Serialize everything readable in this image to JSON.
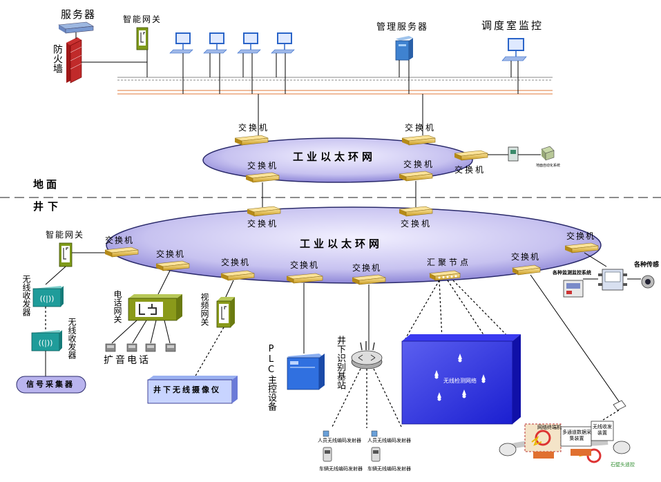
{
  "top": {
    "server_label": "服务器",
    "gateway_label": "智能网关",
    "firewall_label": "防火墙",
    "mgmt_server_label": "管理服务器",
    "dispatch_label": "调度室监控"
  },
  "rings": {
    "upper_ring_label": "工业以太环网",
    "lower_ring_label": "工业以太环网",
    "switch_label": "交换机",
    "aggregation_label": "汇聚节点"
  },
  "zones": {
    "ground_label": "地面",
    "underground_label": "井下"
  },
  "ground_side": {
    "auto_system_label": "地面自动化系统"
  },
  "underground": {
    "gateway_label": "智能网关",
    "wireless_transceiver_label": "无线收发器",
    "signal_collector_label": "信号采集器",
    "phone_gateway_label": "电话网关",
    "broadcast_phone_label": "扩音电话",
    "video_gateway_label": "视频网关",
    "wireless_camera_label": "井下无线摄像仪",
    "plc_label": "PLC主控设备",
    "id_station_label": "井下识别基站",
    "person_tx_label": "人员无线编码发射器",
    "vehicle_tx_label": "车辆无线编码发射器",
    "wireless_net_label": "无线检测网络",
    "monitor_system_label": "各种监测监控系统",
    "sensors_label": "各种传感",
    "net_terminal_label": "网络终端机",
    "multichannel_label": "多通道数据采集装置",
    "wireless_rx_label": "无线收发装置",
    "shearer_label": "石壁头遥控"
  },
  "colors": {
    "ring_fill": "#c9c5f0",
    "ring_stroke": "#2a2a6a",
    "switch_gold": "#e8c24a",
    "teal": "#1f9c9a",
    "lan_line": "#e07a3a"
  }
}
